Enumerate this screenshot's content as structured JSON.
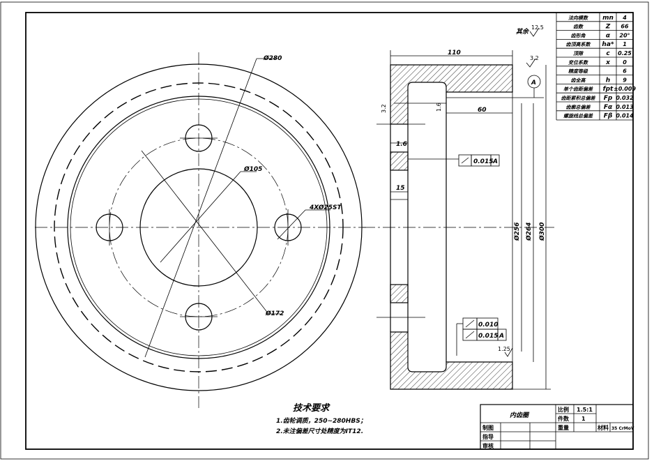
{
  "drawing_title": "内齿圈",
  "surface_note": {
    "label": "其余",
    "value": "12.5"
  },
  "gear_parameters": [
    {
      "name": "法向模数",
      "symbol": "mn",
      "value": "4"
    },
    {
      "name": "齿数",
      "symbol": "Z",
      "value": "66"
    },
    {
      "name": "齿形角",
      "symbol": "α",
      "value": "20°"
    },
    {
      "name": "齿顶高系数",
      "symbol": "ha*",
      "value": "1"
    },
    {
      "name": "顶隙",
      "symbol": "c",
      "value": "0.25"
    },
    {
      "name": "变位系数",
      "symbol": "x",
      "value": "0"
    },
    {
      "name": "精度等级",
      "symbol": "",
      "value": "6"
    },
    {
      "name": "齿全高",
      "symbol": "h",
      "value": "9"
    },
    {
      "name": "单个齿距偏差",
      "symbol": "fpt",
      "value": "±0.009"
    },
    {
      "name": "齿距累积总偏差",
      "symbol": "Fp",
      "value": "0.032"
    },
    {
      "name": "齿廓总偏差",
      "symbol": "Fα",
      "value": "0.013"
    },
    {
      "name": "螺旋线总偏差",
      "symbol": "Fβ",
      "value": "0.014"
    }
  ],
  "front_view": {
    "dim_d280": "Ø280",
    "dim_d105": "Ø105",
    "dim_holes": "4XØ25ST",
    "dim_d172": "Ø172"
  },
  "section_view": {
    "dim_width": "110",
    "dim_60": "60",
    "dim_15": "15",
    "dim_1_6": "1.6",
    "rough_3_2_top": "3.2",
    "rough_3_2_left": "3.2",
    "rough_1_6_inner": "1.6",
    "rough_1_6_bottom": "1.25",
    "datum": "A",
    "tol_top": {
      "value": "0.015",
      "datum": "A"
    },
    "tol_bottom_1": {
      "value": "0.010"
    },
    "tol_bottom_2": {
      "value": "0.015",
      "datum": "A"
    },
    "dim_d256": "Ø256",
    "dim_d264": "Ø264",
    "dim_d300": "Ø300"
  },
  "notes": {
    "heading": "技术要求",
    "lines": [
      "1.齿轮调质，250~280HBS；",
      "2.未注偏差尺寸处精度为IT12."
    ]
  },
  "title_block": {
    "scale_label": "比例",
    "scale_value": "1.5:1",
    "count_label": "件数",
    "count_value": "1",
    "weight_label": "重量",
    "material_label": "材料",
    "material_value": "35 CrMoV",
    "drawn_label": "制图",
    "guide_label": "指导",
    "check_label": "审核"
  }
}
